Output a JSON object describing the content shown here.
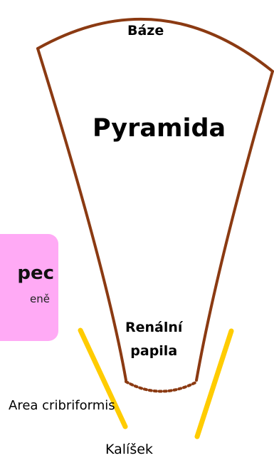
{
  "labels": {
    "base": "Báze",
    "pyramid": "Pyramida",
    "papilla_line1": "Renální",
    "papilla_line2": "papila",
    "area": "Area cribriformis",
    "calyx": "Kalíšek"
  },
  "side_box": {
    "title": "pec",
    "subtitle": "eně"
  },
  "colors": {
    "pyramid_outline": "#8b3a12",
    "calyx_lines": "#ffcc00",
    "side_box_fill": "#ffaaf5"
  }
}
